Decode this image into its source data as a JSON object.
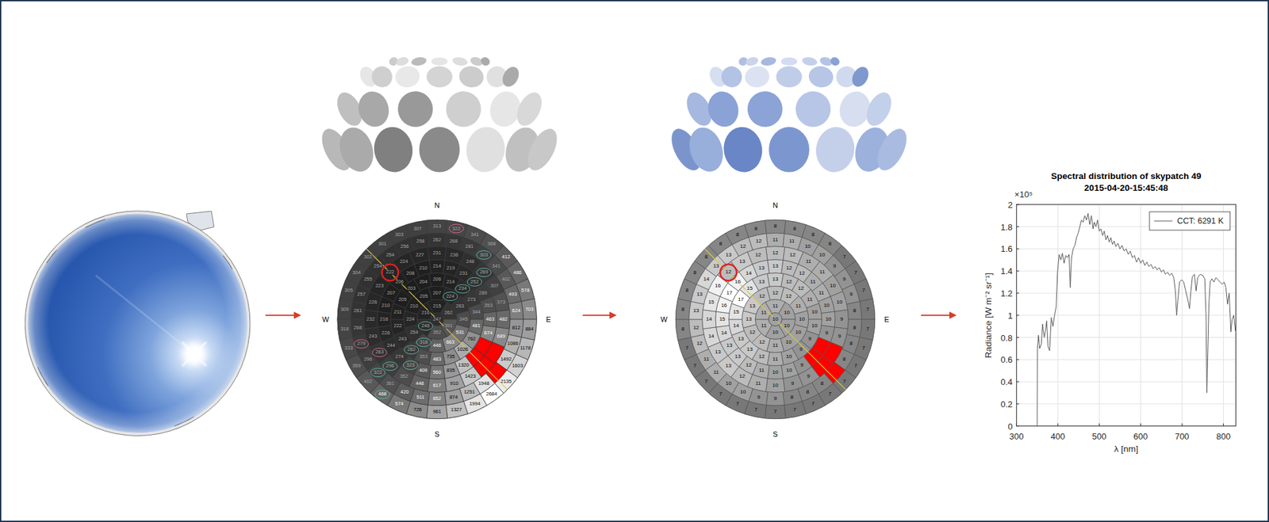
{
  "diagram": {
    "labels": [
      "N",
      "W",
      "E",
      "S",
      "313",
      "322",
      "341",
      "368",
      "412",
      "486",
      "578",
      "703",
      "884",
      "1178",
      "1603",
      "2135",
      "2684",
      "1994",
      "1327",
      "961",
      "726",
      "574",
      "468",
      "402",
      "359",
      "333",
      "318",
      "309",
      "305",
      "304",
      "302",
      "301",
      "303",
      "307",
      "262",
      "268",
      "281",
      "303",
      "341",
      "402",
      "493",
      "624",
      "812",
      "1086",
      "1492",
      "1948",
      "1251",
      "874",
      "652",
      "511",
      "420",
      "361",
      "322",
      "296",
      "279",
      "268",
      "261",
      "257",
      "255",
      "254",
      "254",
      "256",
      "258",
      "231",
      "236",
      "248",
      "269",
      "307",
      "373",
      "482",
      "689",
      "1423",
      "910",
      "617",
      "448",
      "352",
      "296",
      "263",
      "243",
      "232",
      "226",
      "223",
      "222",
      "224",
      "227",
      "214",
      "219",
      "231",
      "252",
      "289",
      "353",
      "463",
      "674",
      "1320",
      "835",
      "560",
      "409",
      "323",
      "274",
      "244",
      "226",
      "216",
      "210",
      "207",
      "206",
      "208",
      "210",
      "206",
      "214",
      "234",
      "273",
      "344",
      "481",
      "762",
      "1026",
      "735",
      "483",
      "353",
      "282",
      "243",
      "222",
      "211",
      "205",
      "203",
      "204",
      "207",
      "224",
      "263",
      "345",
      "531",
      "663",
      "446",
      "318",
      "254",
      "224",
      "210",
      "205",
      "215",
      "262",
      "391",
      "352",
      "246",
      "216",
      "247",
      "N",
      "W",
      "E",
      "S",
      "8",
      "8",
      "8",
      "8",
      "7",
      "7",
      "7",
      "7",
      "7",
      "7",
      "7",
      "7",
      "7",
      "7",
      "7",
      "7",
      "7",
      "7",
      "7",
      "7",
      "7",
      "7",
      "8",
      "8",
      "8",
      "8",
      "8",
      "8",
      "8",
      "8",
      "11",
      "11",
      "10",
      "10",
      "9",
      "9",
      "9",
      "8",
      "8",
      "8",
      "8",
      "8",
      "8",
      "8",
      "9",
      "9",
      "10",
      "10",
      "11",
      "11",
      "12",
      "12",
      "13",
      "13",
      "14",
      "13",
      "13",
      "12",
      "12",
      "12",
      "12",
      "11",
      "11",
      "10",
      "10",
      "9",
      "9",
      "9",
      "9",
      "10",
      "11",
      "12",
      "13",
      "13",
      "14",
      "14",
      "15",
      "16",
      "12",
      "13",
      "12",
      "13",
      "12",
      "12",
      "11",
      "11",
      "10",
      "10",
      "9",
      "9",
      "10",
      "10",
      "11",
      "12",
      "13",
      "13",
      "14",
      "15",
      "16",
      "17",
      "16",
      "14",
      "13",
      "13",
      "12",
      "12",
      "11",
      "10",
      "10",
      "9",
      "9",
      "10",
      "11",
      "12",
      "13",
      "13",
      "14",
      "15",
      "17",
      "15",
      "13",
      "12",
      "12",
      "11",
      "10",
      "10",
      "10",
      "11",
      "12",
      "12",
      "13",
      "13",
      "12",
      "11",
      "10",
      "10",
      "10",
      "11",
      "11",
      "10",
      "Spectral distribution of skypatch 49",
      "2015-04-20-15:45:48",
      "×10⁵",
      "0",
      "0.2",
      "0.4",
      "0.6",
      "0.8",
      "1",
      "1.2",
      "1.4",
      "1.6",
      "1.8",
      "2",
      "300",
      "400",
      "500",
      "600",
      "700",
      "800",
      "λ [nm]",
      "Radiance [W m⁻² sr⁻¹]"
    ],
    "legend": [
      {
        "text": "CCT: 6291 K"
      }
    ]
  }
}
